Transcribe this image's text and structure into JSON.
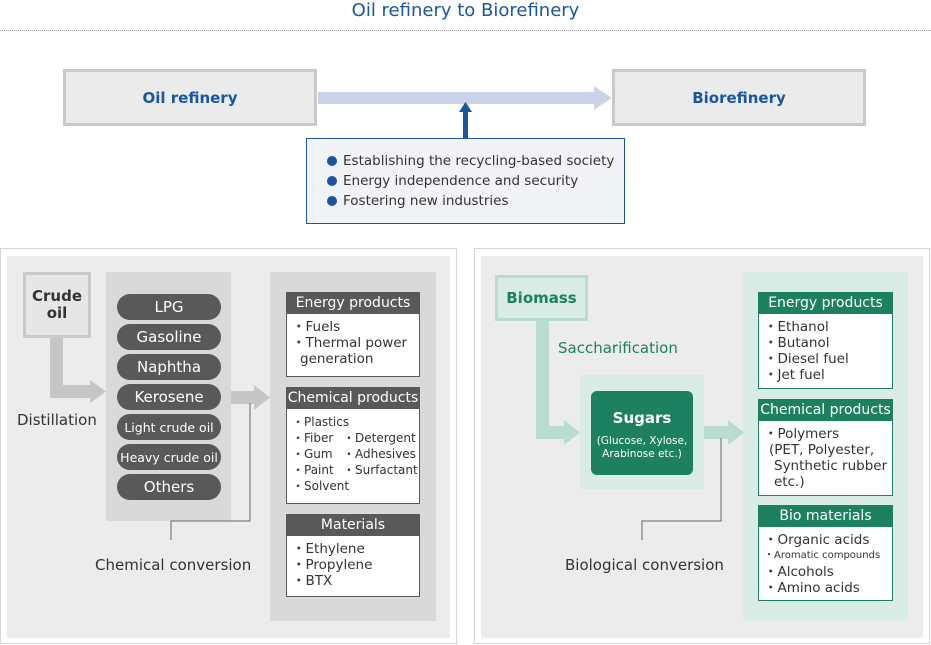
{
  "title": "Oil refinery to Biorefinery",
  "top": {
    "left_box": "Oil refinery",
    "right_box": "Biorefinery",
    "factors": [
      "Establishing the recycling-based society",
      "Energy independence and security",
      "Fostering new industries"
    ]
  },
  "oil_panel": {
    "start": "Crude oil",
    "step_label": "Distillation",
    "fractions": [
      "LPG",
      "Gasoline",
      "Naphtha",
      "Kerosene",
      "Light crude oil",
      "Heavy crude oil",
      "Others"
    ],
    "conversion_label": "Chemical conversion",
    "energy": {
      "title": "Energy products",
      "items": [
        "・Fuels",
        "・Thermal power",
        "generation"
      ]
    },
    "chemical": {
      "title": "Chemical products",
      "first": "・Plastics",
      "left": [
        "・Fiber",
        "・Gum",
        "・Paint",
        "・Solvent"
      ],
      "right": [
        "・Detergent",
        "・Adhesives",
        "・Surfactant"
      ]
    },
    "materials": {
      "title": "Materials",
      "items": [
        "・Ethylene",
        "・Propylene",
        "・BTX"
      ]
    }
  },
  "bio_panel": {
    "start": "Biomass",
    "step_label": "Saccharification",
    "sugars_title": "Sugars",
    "sugars_sub": [
      "(Glucose, Xylose,",
      "Arabinose etc.)"
    ],
    "conversion_label": "Biological conversion",
    "energy": {
      "title": "Energy products",
      "items": [
        "・Ethanol",
        "・Butanol",
        "・Diesel fuel",
        "・Jet fuel"
      ]
    },
    "chemical": {
      "title": "Chemical products",
      "items": [
        "・Polymers",
        "(PET, Polyester,",
        "Synthetic rubber",
        "etc.)"
      ]
    },
    "bio_materials": {
      "title": "Bio materials",
      "items": [
        "・Organic acids",
        "・Aromatic compounds",
        "・Alcohols",
        "・Amino acids"
      ]
    }
  },
  "colors": {
    "blue": "#1a56a0",
    "green": "#1d8060",
    "dark_gray": "#595959"
  }
}
